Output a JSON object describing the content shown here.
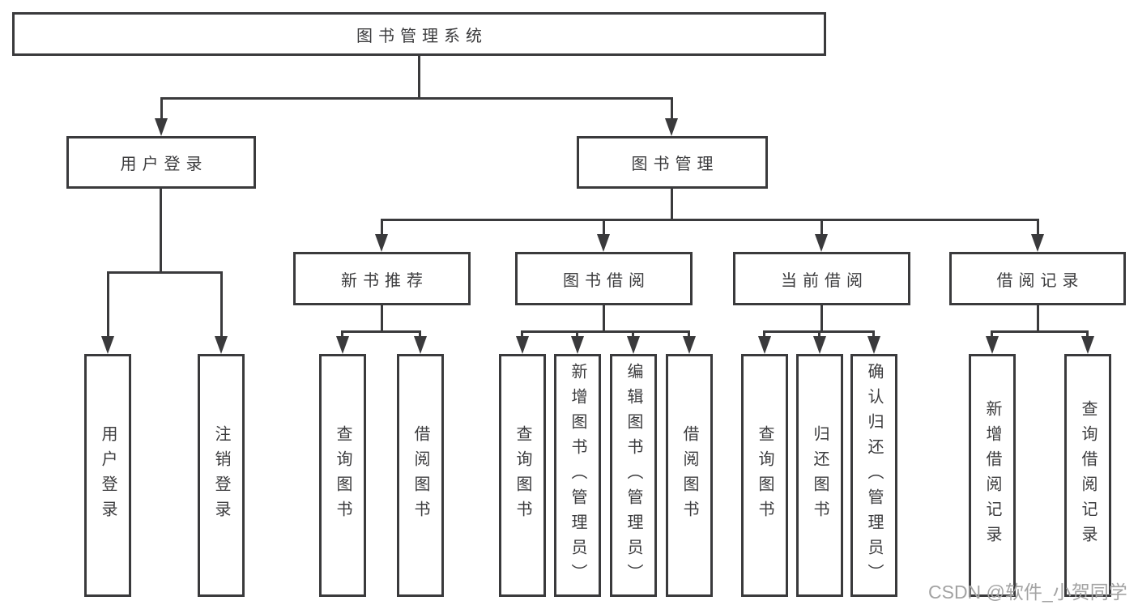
{
  "colors": {
    "line": "#3a3a3c",
    "text": "#3c3c3e",
    "watermark": "#a3a3a3",
    "background": "#ffffff"
  },
  "tree": {
    "root": "图书管理系统",
    "branches": [
      {
        "label": "用户登录",
        "children": [
          "用户登录",
          "注销登录"
        ]
      },
      {
        "label": "图书管理",
        "groups": [
          {
            "label": "新书推荐",
            "children": [
              "查询图书",
              "借阅图书"
            ]
          },
          {
            "label": "图书借阅",
            "children": [
              "查询图书",
              "新增图书（管理员）",
              "编辑图书（管理员）",
              "借阅图书"
            ]
          },
          {
            "label": "当前借阅",
            "children": [
              "查询图书",
              "归还图书",
              "确认归还（管理员）"
            ]
          },
          {
            "label": "借阅记录",
            "children": [
              "新增借阅记录",
              "查询借阅记录"
            ]
          }
        ]
      }
    ]
  },
  "watermark": {
    "text": "CSDN @软件_小贺同学"
  }
}
